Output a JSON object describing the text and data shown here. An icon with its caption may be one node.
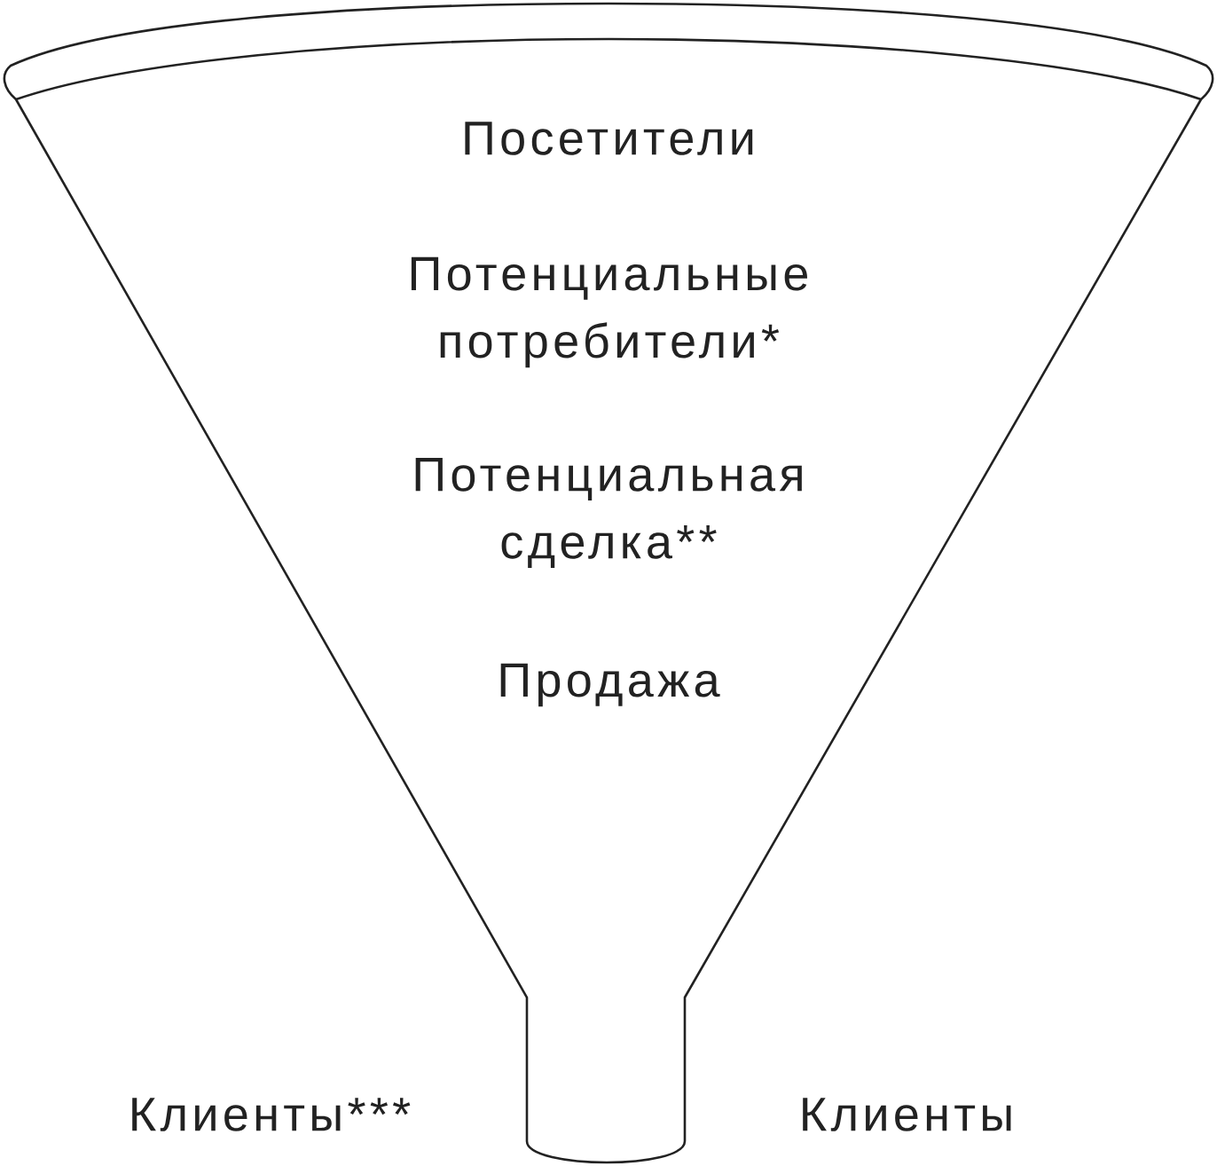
{
  "diagram": {
    "nodes": [
      {
        "text": [
          "Посетители",
          "Потенциальные потребители*",
          "Потенциальная сделка**",
          "Продажа"
        ]
      }
    ],
    "labels": [
      "Клиенты***",
      "Клиенты"
    ]
  }
}
